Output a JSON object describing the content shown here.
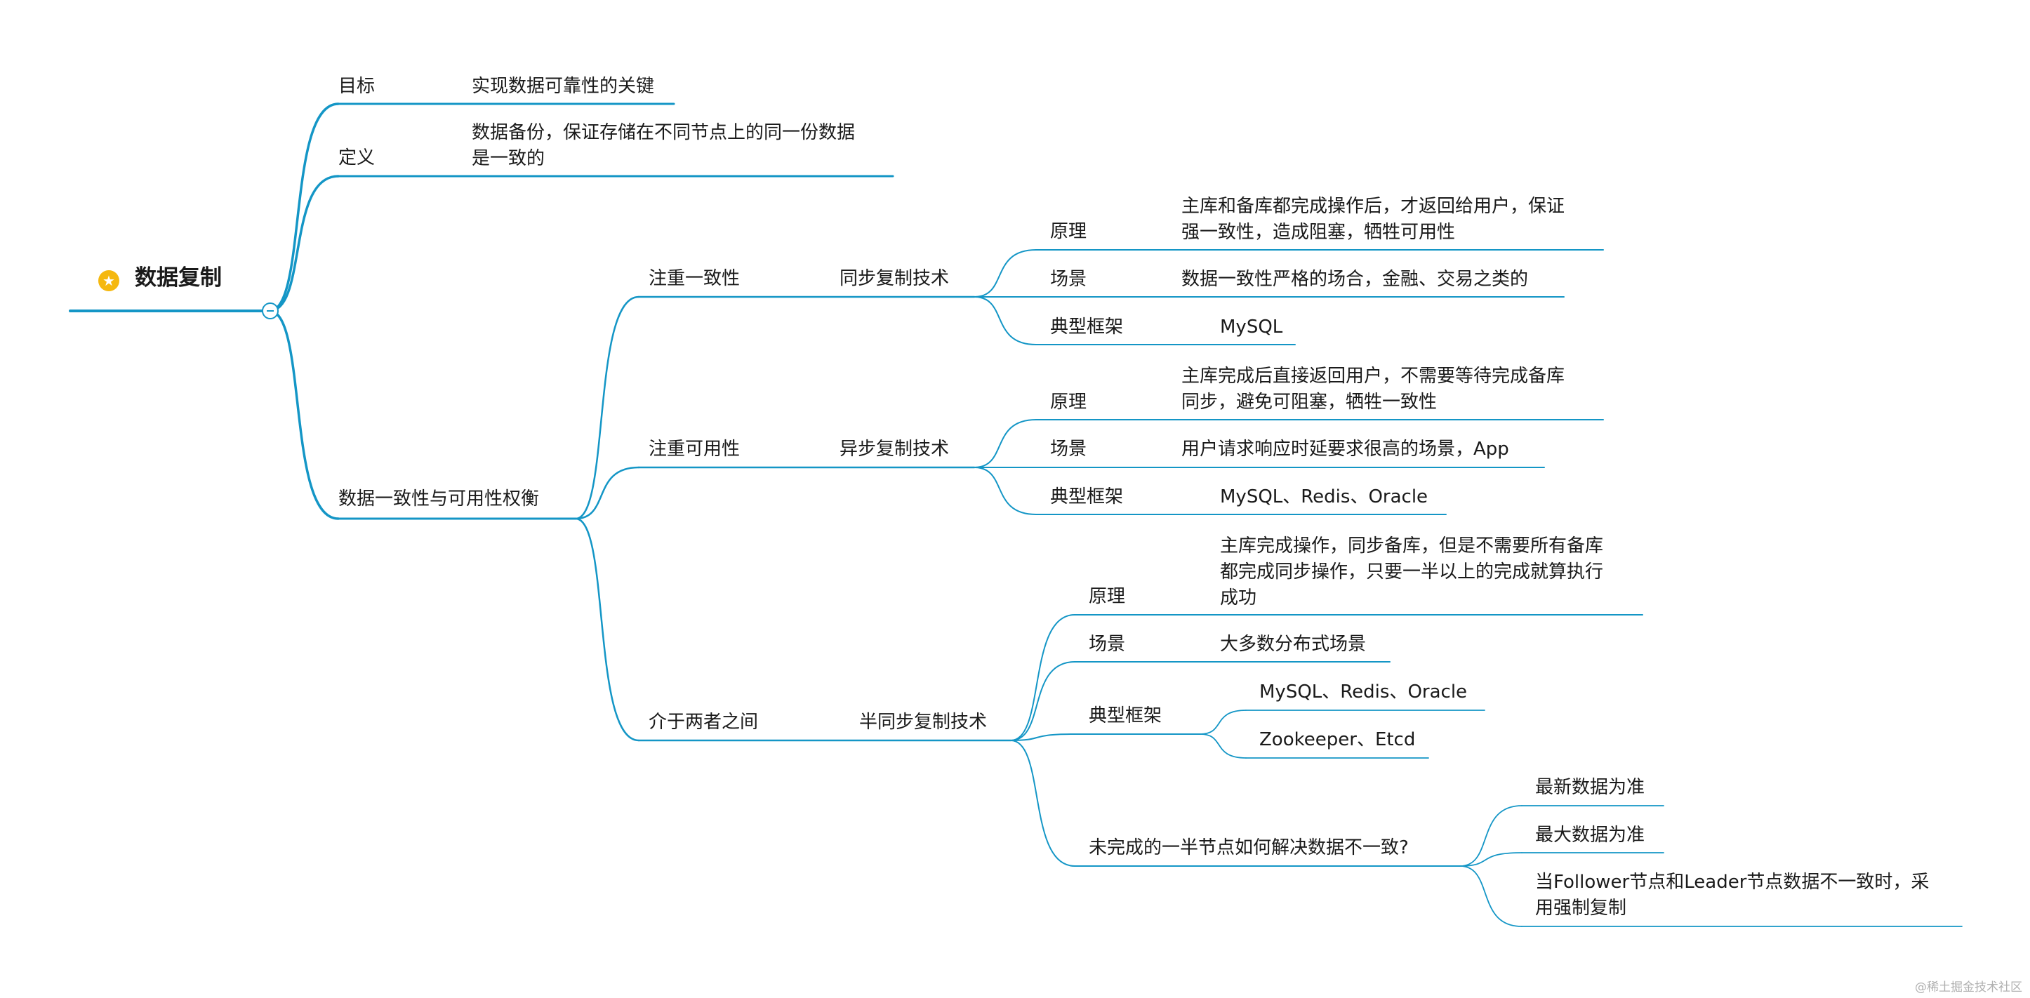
{
  "root": {
    "label": "数据复制",
    "icon": "star-icon"
  },
  "goal": {
    "label": "目标",
    "value": "实现数据可靠性的关键"
  },
  "definition": {
    "label": "定义",
    "value": [
      "数据备份，保证存储在不同节点上的同一份数据",
      "是一致的"
    ]
  },
  "tradeoff": {
    "label": "数据一致性与可用性权衡",
    "consistency": {
      "label": "注重一致性",
      "tech": "同步复制技术",
      "principle_label": "原理",
      "principle": [
        "主库和备库都完成操作后，才返回给用户，保证",
        "强一致性，造成阻塞，牺牲可用性"
      ],
      "scenario_label": "场景",
      "scenario": "数据一致性严格的场合，金融、交易之类的",
      "framework_label": "典型框架",
      "framework": "MySQL"
    },
    "availability": {
      "label": "注重可用性",
      "tech": "异步复制技术",
      "principle_label": "原理",
      "principle": [
        "主库完成后直接返回用户，不需要等待完成备库",
        "同步，避免可阻塞，牺牲一致性"
      ],
      "scenario_label": "场景",
      "scenario": "用户请求响应时延要求很高的场景，App",
      "framework_label": "典型框架",
      "framework": "MySQL、Redis、Oracle"
    },
    "between": {
      "label": "介于两者之间",
      "tech": "半同步复制技术",
      "principle_label": "原理",
      "principle": [
        "主库完成操作，同步备库，但是不需要所有备库",
        "都完成同步操作，只要一半以上的完成就算执行",
        "成功"
      ],
      "scenario_label": "场景",
      "scenario": "大多数分布式场景",
      "framework_label": "典型框架",
      "frameworks": [
        "MySQL、Redis、Oracle",
        "Zookeeper、Etcd"
      ],
      "question": "未完成的一半节点如何解决数据不一致?",
      "answers": [
        [
          "最新数据为准"
        ],
        [
          "最大数据为准"
        ],
        [
          "当Follower节点和Leader节点数据不一致时，采",
          "用强制复制"
        ]
      ]
    }
  },
  "watermark": "@稀土掘金技术社区",
  "colors": {
    "line": "#1496c6",
    "text": "#1a1a1a",
    "icon": "#f5b80f"
  }
}
